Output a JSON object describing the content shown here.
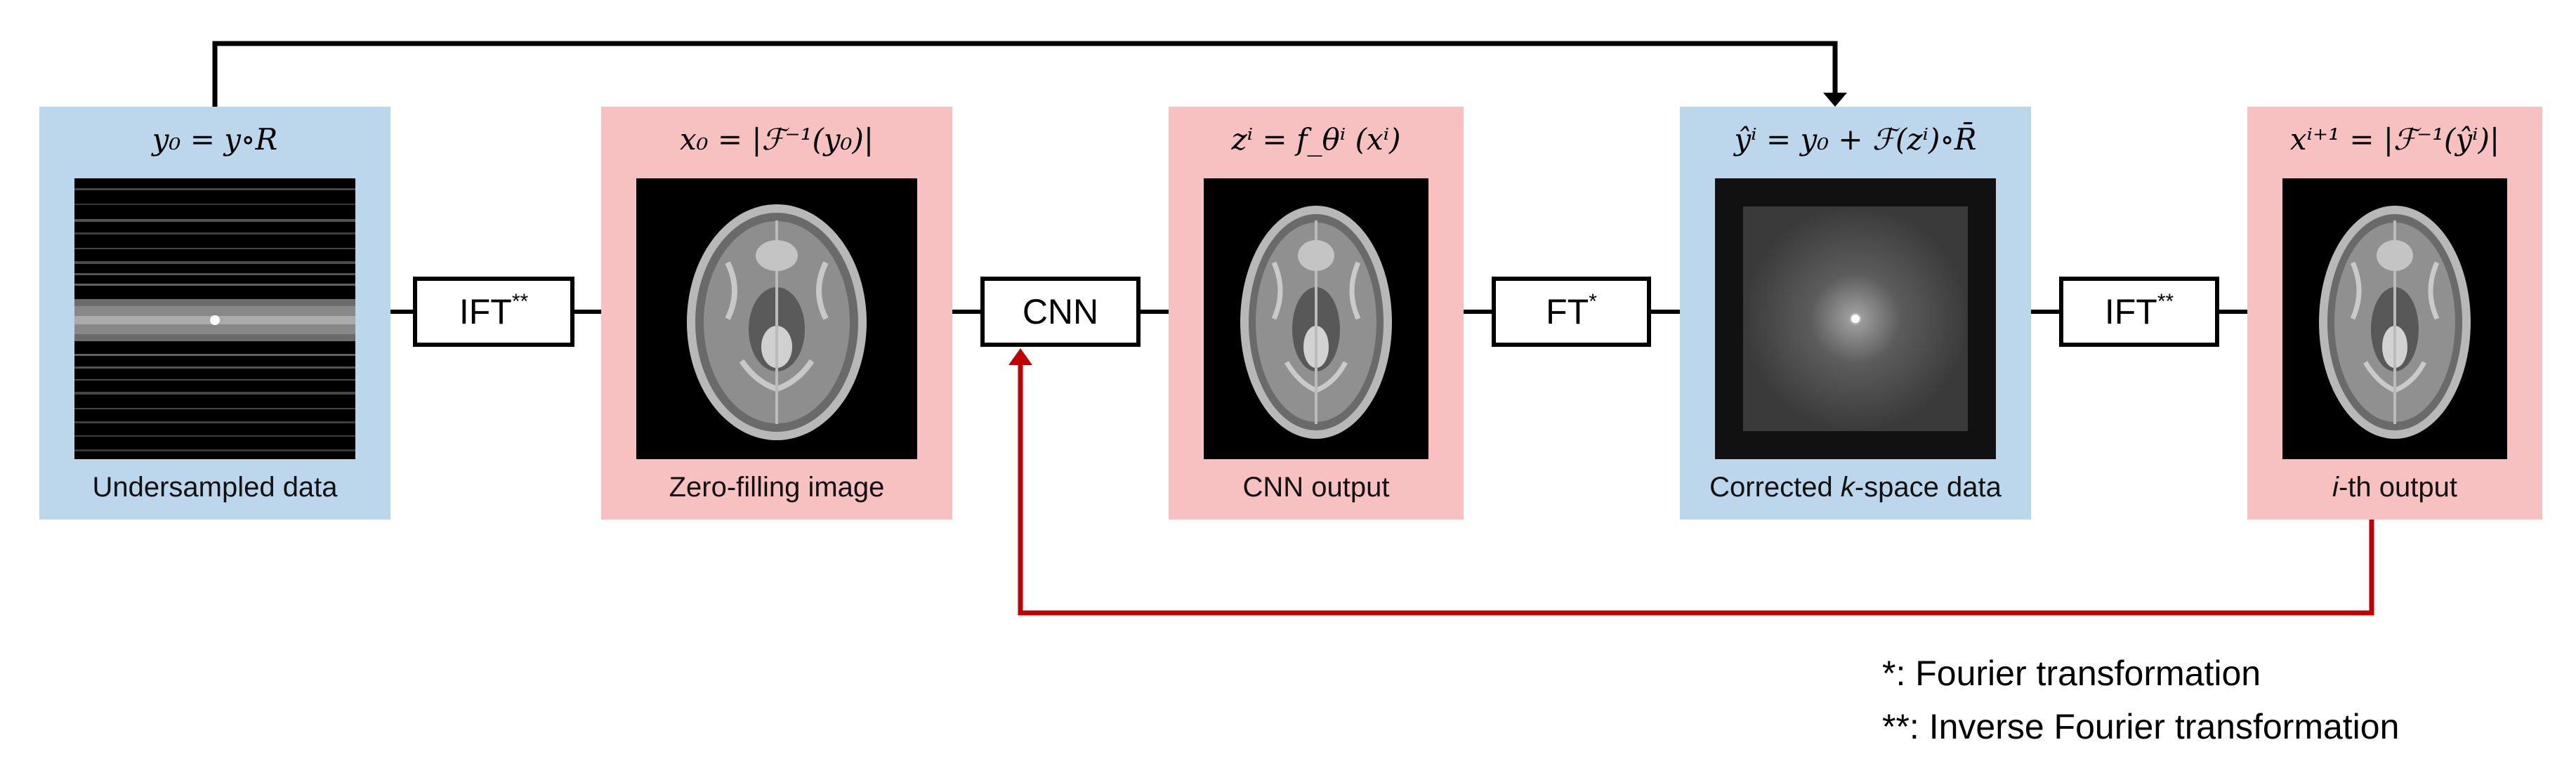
{
  "panels": [
    {
      "id": "undersampled",
      "formula": "y₀ = y∘R",
      "caption": "Undersampled data",
      "color": "#bcd6ec"
    },
    {
      "id": "zero-filling",
      "formula": "x₀ = |ℱ⁻¹(y₀)|",
      "caption": "Zero-filling image",
      "color": "#f7c0c1"
    },
    {
      "id": "cnn-output",
      "formula": "zⁱ = f_θⁱ (xⁱ)",
      "caption": "CNN output",
      "color": "#f7c0c1"
    },
    {
      "id": "corrected",
      "formula": "ŷⁱ = y₀ + ℱ(zⁱ)∘R̄",
      "caption_pre": "Corrected ",
      "caption_k": "k",
      "caption_post": "-space data",
      "color": "#bcd6ec"
    },
    {
      "id": "ith-output",
      "formula": "xⁱ⁺¹ = |ℱ⁻¹(ŷⁱ)|",
      "caption_i": "i",
      "caption_post": "-th output",
      "color": "#f7c0c1"
    }
  ],
  "operators": {
    "ift1": {
      "label": "IFT",
      "sup": "**"
    },
    "cnn": {
      "label": "CNN"
    },
    "ft": {
      "label": "FT",
      "sup": "*"
    },
    "ift2": {
      "label": "IFT",
      "sup": "**"
    }
  },
  "arrows": {
    "top_color": "#000000",
    "feedback_color": "#c00000"
  },
  "legend": {
    "line1": "*: Fourier transformation",
    "line2": "**: Inverse Fourier transformation"
  }
}
